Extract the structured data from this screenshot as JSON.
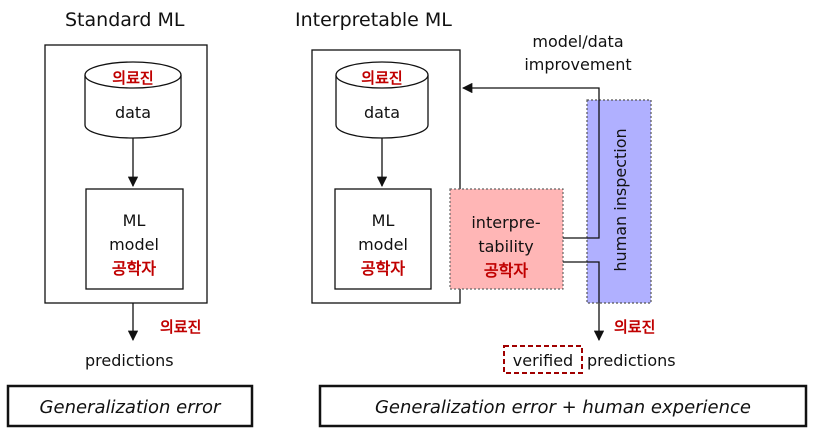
{
  "standard": {
    "title": "Standard ML",
    "data_role": "의료진",
    "data_label": "data",
    "model_line1": "ML",
    "model_line2": "model",
    "model_role": "공학자",
    "output_role": "의료진",
    "output_label": "predictions",
    "metric": "Generalization error"
  },
  "interpretable": {
    "title": "Interpretable ML",
    "data_role": "의료진",
    "data_label": "data",
    "model_line1": "ML",
    "model_line2": "model",
    "model_role": "공학자",
    "interp_line1": "interpre-",
    "interp_line2": "tability",
    "interp_role": "공학자",
    "inspection_label": "human inspection",
    "feedback_line1": "model/data",
    "feedback_line2": "improvement",
    "output_role": "의료진",
    "verified_label": "verified",
    "output_label": "predictions",
    "metric": "Generalization error + human experience"
  },
  "colors": {
    "role_text": "#c00000",
    "interp_fill": "#ffb6b6",
    "inspection_fill": "#b0b0ff",
    "verified_border": "#a00000"
  }
}
